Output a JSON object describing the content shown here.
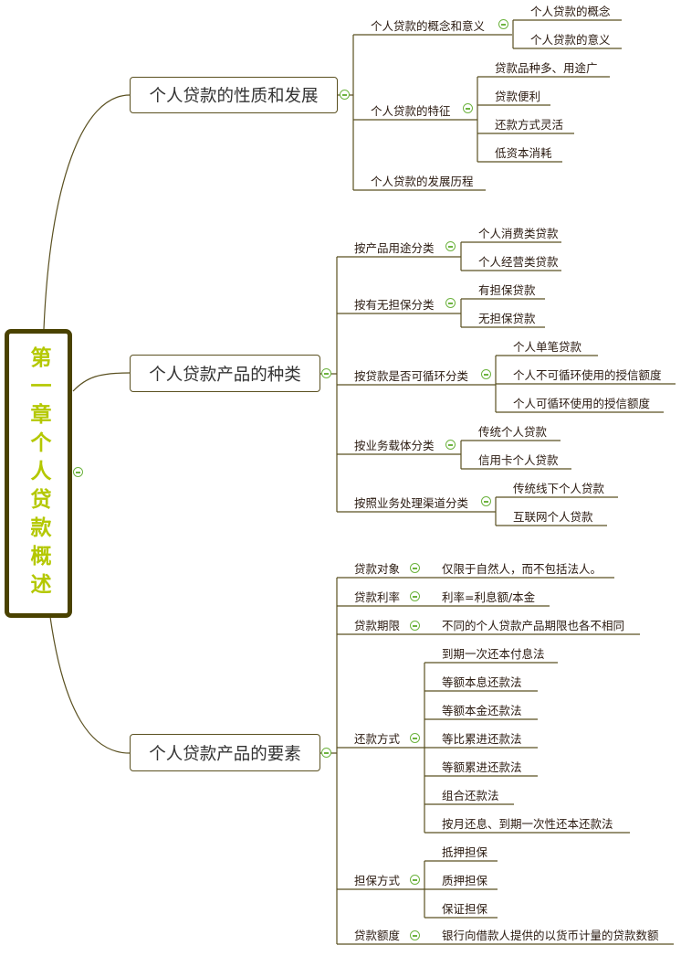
{
  "root": {
    "title": "第一章个人贷款概述"
  },
  "branches": [
    {
      "label": "个人贷款的性质和发展",
      "children": [
        {
          "label": "个人贷款的概念和意义",
          "children": [
            {
              "label": "个人贷款的概念"
            },
            {
              "label": "个人贷款的意义"
            }
          ]
        },
        {
          "label": "个人贷款的特征",
          "children": [
            {
              "label": "贷款品种多、用途广"
            },
            {
              "label": "贷款便利"
            },
            {
              "label": "还款方式灵活"
            },
            {
              "label": "低资本消耗"
            }
          ]
        },
        {
          "label": "个人贷款的发展历程",
          "children": []
        }
      ]
    },
    {
      "label": "个人贷款产品的种类",
      "children": [
        {
          "label": "按产品用途分类",
          "children": [
            {
              "label": "个人消费类贷款"
            },
            {
              "label": "个人经营类贷款"
            }
          ]
        },
        {
          "label": "按有无担保分类",
          "children": [
            {
              "label": "有担保贷款"
            },
            {
              "label": "无担保贷款"
            }
          ]
        },
        {
          "label": "按贷款是否可循环分类",
          "children": [
            {
              "label": "个人单笔贷款"
            },
            {
              "label": "个人不可循环使用的授信额度"
            },
            {
              "label": "个人可循环使用的授信额度"
            }
          ]
        },
        {
          "label": "按业务载体分类",
          "children": [
            {
              "label": "传统个人贷款"
            },
            {
              "label": "信用卡个人贷款"
            }
          ]
        },
        {
          "label": "按照业务处理渠道分类",
          "children": [
            {
              "label": "传统线下个人贷款"
            },
            {
              "label": "互联网个人贷款"
            }
          ]
        }
      ]
    },
    {
      "label": "个人贷款产品的要素",
      "children": [
        {
          "label": "贷款对象",
          "children": [
            {
              "label": "仅限于自然人，而不包括法人。"
            }
          ]
        },
        {
          "label": "贷款利率",
          "children": [
            {
              "label": "利率=利息额/本金"
            }
          ]
        },
        {
          "label": "贷款期限",
          "children": [
            {
              "label": "不同的个人贷款产品期限也各不相同"
            }
          ]
        },
        {
          "label": "还款方式",
          "children": [
            {
              "label": "到期一次还本付息法"
            },
            {
              "label": "等额本息还款法"
            },
            {
              "label": "等额本金还款法"
            },
            {
              "label": "等比累进还款法"
            },
            {
              "label": "等额累进还款法"
            },
            {
              "label": "组合还款法"
            },
            {
              "label": "按月还息、到期一次性还本还款法"
            }
          ]
        },
        {
          "label": "担保方式",
          "children": [
            {
              "label": "抵押担保"
            },
            {
              "label": "质押担保"
            },
            {
              "label": "保证担保"
            }
          ]
        },
        {
          "label": "贷款额度",
          "children": [
            {
              "label": "银行向借款人提供的以货币计量的贷款数额"
            }
          ]
        }
      ]
    }
  ]
}
